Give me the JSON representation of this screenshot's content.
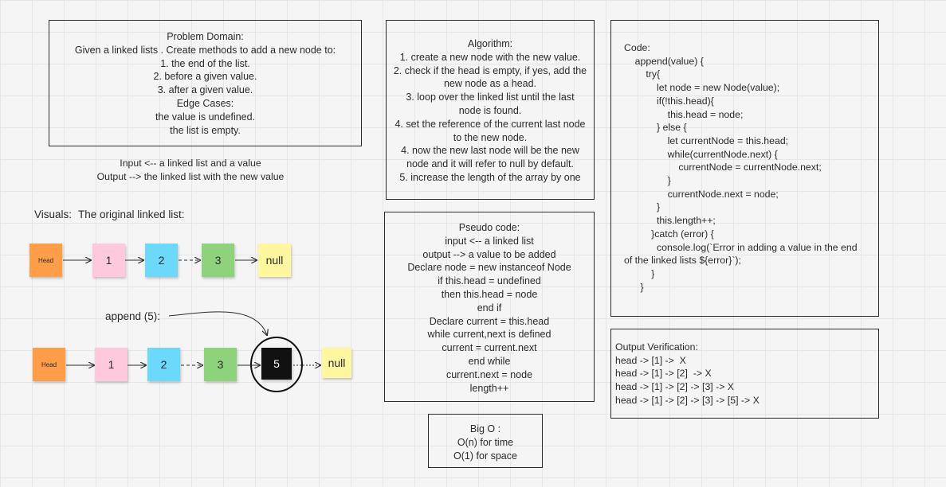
{
  "problem_domain": {
    "lines": [
      "Problem Domain:",
      "Given a linked lists . Create methods to add a new node to:",
      "1. the end of the list.",
      "2. before a given value.",
      "3. after a given value.",
      "Edge Cases:",
      "the value is undefined.",
      "the list is empty."
    ]
  },
  "io": {
    "lines": [
      "Input <-- a linked list and a value",
      "Output --> the linked list with the new value"
    ]
  },
  "algorithm": {
    "lines": [
      "Algorithm:",
      "1. create a new node with the new value.",
      "2. check if the head is empty, if yes, add the",
      "new node as a head.",
      "3. loop over the linked list until the last",
      "node is found.",
      "4. set the reference of the current last node",
      "to the new node.",
      "4. now the new last node will be the new",
      "node and it will refer to null by default.",
      "5. increase the length of the array by one"
    ]
  },
  "pseudo_code": {
    "lines": [
      "Pseudo code:",
      "input <-- a linked list",
      "output --> a value to be added",
      "Declare node = new instanceof Node",
      "if this.head = undefined",
      "then this.head = node",
      "end if",
      "Declare current = this.head",
      "while current,next is defined",
      "current = current.next",
      "end while",
      "current.next = node",
      "length++"
    ]
  },
  "code": {
    "lines": [
      "Code:",
      "    append(value) {",
      "        try{",
      "            let node = new Node(value);",
      "            if(!this.head){",
      "                this.head = node;",
      "            } else {",
      "                let currentNode = this.head;",
      "                while(currentNode.next) {",
      "                    currentNode = currentNode.next;",
      "                }",
      "                currentNode.next = node;",
      "            }",
      "            this.length++;",
      "          }catch (error) {",
      "            console.log(`Error in adding a value in the end",
      "of the linked lists ${error}`);",
      "          }",
      "      }"
    ]
  },
  "output_verification": {
    "lines": [
      "Output Verification:",
      "head -> [1] ->  X",
      "head -> [1] -> [2]  -> X",
      "head -> [1] -> [2] -> [3] -> X",
      "head -> [1] -> [2] -> [3] -> [5] -> X"
    ]
  },
  "big_o": {
    "lines": [
      "Big O :",
      "O(n) for time",
      "O(1) for space"
    ]
  },
  "visuals": {
    "label": "Visuals:",
    "subtitle": "The original linked list:",
    "append_label": "append (5):",
    "original_list": [
      {
        "text": "Head",
        "color": "#ff9d48",
        "style": "small"
      },
      {
        "text": "1",
        "color": "#ffc9dd",
        "style": "normal"
      },
      {
        "text": "2",
        "color": "#6cd8fa",
        "style": "normal"
      },
      {
        "text": "3",
        "color": "#8fd27c",
        "style": "normal"
      },
      {
        "text": "null",
        "color": "#fff6a0",
        "style": "normal"
      }
    ],
    "appended_list": [
      {
        "text": "Head",
        "color": "#ff9d48",
        "style": "small"
      },
      {
        "text": "1",
        "color": "#ffc9dd",
        "style": "normal"
      },
      {
        "text": "2",
        "color": "#6cd8fa",
        "style": "normal"
      },
      {
        "text": "3",
        "color": "#8fd27c",
        "style": "normal"
      },
      {
        "text": "5",
        "color": "#111111",
        "style": "dark"
      },
      {
        "text": "null",
        "color": "#fff6a0",
        "style": "normal"
      }
    ]
  }
}
